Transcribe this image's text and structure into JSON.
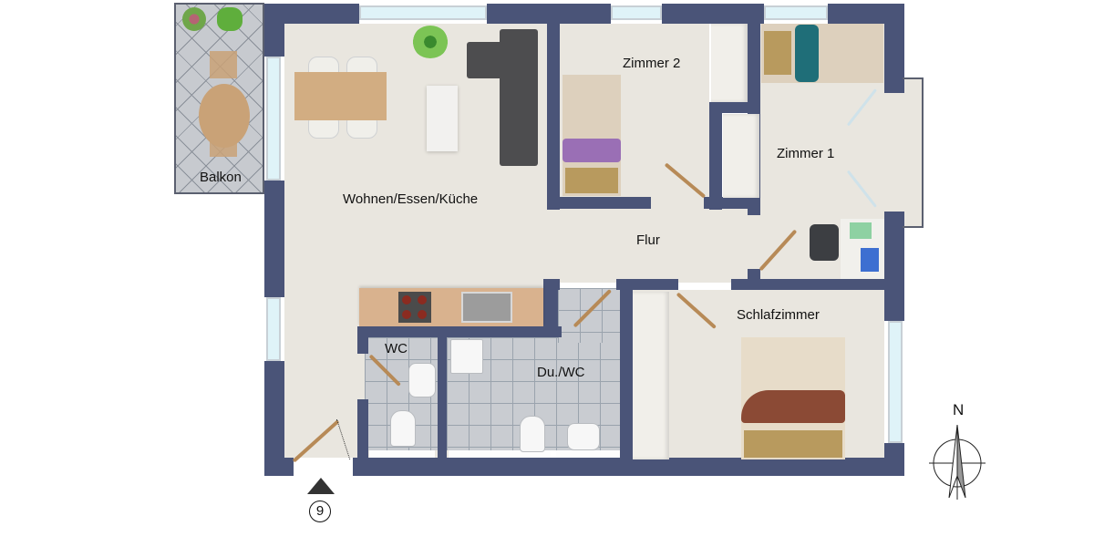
{
  "plan": {
    "rooms": [
      {
        "id": "balkon",
        "label": "Balkon"
      },
      {
        "id": "wohnen",
        "label": "Wohnen/Essen/Küche"
      },
      {
        "id": "zimmer2",
        "label": "Zimmer 2"
      },
      {
        "id": "zimmer1",
        "label": "Zimmer 1"
      },
      {
        "id": "flur",
        "label": "Flur"
      },
      {
        "id": "schlafzimmer",
        "label": "Schlafzimmer"
      },
      {
        "id": "wc",
        "label": "WC"
      },
      {
        "id": "duwc",
        "label": "Du./WC"
      }
    ],
    "entrance": {
      "marker_number": "9",
      "icon": "entrance-arrow-icon"
    },
    "compass": {
      "label": "N",
      "icon": "north-compass-icon"
    },
    "colors": {
      "wall": "#4a5478",
      "floor": "#e9e6df",
      "tile": "#c9ccd1",
      "window": "#dff3f8",
      "door": "#b78a57",
      "table": "#d2ad82",
      "sofa": "#4d4d4f",
      "counter": "#d9b28e"
    }
  }
}
